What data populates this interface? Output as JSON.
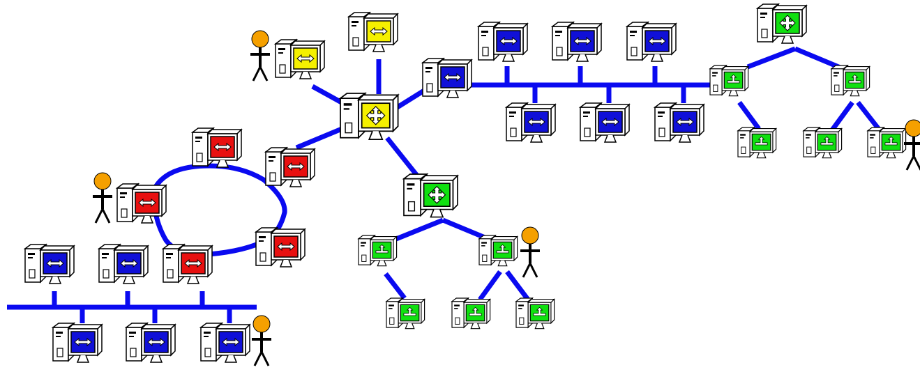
{
  "diagram": {
    "type": "network-topology",
    "colors": {
      "link": "#0a0af0",
      "bus_screen": "#1010d8",
      "ring_screen": "#e81010",
      "star_screen": "#f5f000",
      "tree_screen": "#10e010",
      "person_head": "#f5a000",
      "outline": "#000000"
    },
    "segments": [
      {
        "id": "bus-left",
        "topology": "bus",
        "screen_color": "blue",
        "computers": 6,
        "users": 1
      },
      {
        "id": "ring",
        "topology": "ring",
        "screen_color": "red",
        "computers": 5,
        "users": 1
      },
      {
        "id": "star",
        "topology": "star",
        "screen_color": "yellow",
        "computers": 3,
        "users": 1
      },
      {
        "id": "bus-right",
        "topology": "bus",
        "screen_color": "blue",
        "computers": 7,
        "users": 0
      },
      {
        "id": "tree-center",
        "topology": "tree",
        "screen_color": "green",
        "computers": 6,
        "users": 1
      },
      {
        "id": "tree-right",
        "topology": "tree",
        "screen_color": "green",
        "computers": 6,
        "users": 1
      }
    ],
    "icons": {
      "bus": "double-arrow-icon",
      "ring": "double-arrow-icon",
      "star_hub": "four-way-arrow-icon",
      "star_node": "double-arrow-icon",
      "tree_root": "four-way-arrow-icon",
      "tree_node": "tree-branch-icon",
      "person": "person-icon"
    }
  }
}
